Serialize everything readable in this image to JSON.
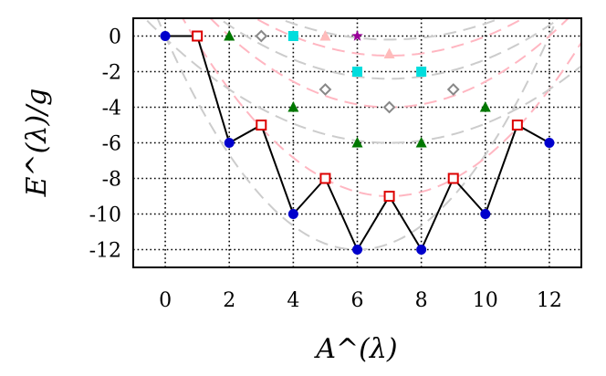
{
  "chart_data": {
    "type": "scatter",
    "title": "",
    "xlabel": "A^(λ)",
    "ylabel": "E^(λ)/g",
    "xlim": [
      -1,
      13
    ],
    "ylim": [
      -13,
      1
    ],
    "grid": true,
    "x_ticks": [
      0,
      2,
      4,
      6,
      8,
      10,
      12
    ],
    "y_ticks": [
      0,
      -2,
      -4,
      -6,
      -8,
      -10,
      -12
    ],
    "x_tick_labels": [
      "0",
      "2",
      "4",
      "6",
      "8",
      "10",
      "12"
    ],
    "y_tick_labels": [
      "0",
      "-2",
      "-4",
      "-6",
      "-8",
      "-10",
      "-12"
    ],
    "ground_line": {
      "color": "#000000",
      "points": [
        [
          0,
          0
        ],
        [
          1,
          0
        ],
        [
          2,
          -6
        ],
        [
          3,
          -5
        ],
        [
          4,
          -10
        ],
        [
          5,
          -8
        ],
        [
          6,
          -12
        ],
        [
          7,
          -9
        ],
        [
          8,
          -12
        ],
        [
          9,
          -8
        ],
        [
          10,
          -10
        ],
        [
          11,
          -5
        ],
        [
          12,
          -6
        ]
      ]
    },
    "series": [
      {
        "marker": "circle",
        "color": "#0000cc",
        "points": [
          [
            0,
            0
          ],
          [
            2,
            -6
          ],
          [
            4,
            -10
          ],
          [
            6,
            -12
          ],
          [
            8,
            -12
          ],
          [
            10,
            -10
          ],
          [
            12,
            -6
          ]
        ]
      },
      {
        "marker": "open-square",
        "color": "#dd0000",
        "points": [
          [
            1,
            0
          ],
          [
            3,
            -5
          ],
          [
            5,
            -8
          ],
          [
            7,
            -9
          ],
          [
            9,
            -8
          ],
          [
            11,
            -5
          ]
        ]
      },
      {
        "marker": "triangle",
        "color": "#007700",
        "points": [
          [
            2,
            0
          ],
          [
            4,
            -4
          ],
          [
            6,
            -6
          ],
          [
            8,
            -6
          ],
          [
            10,
            -4
          ]
        ]
      },
      {
        "marker": "open-diamond",
        "color": "#888888",
        "points": [
          [
            3,
            0
          ],
          [
            5,
            -3
          ],
          [
            7,
            -4
          ],
          [
            9,
            -3
          ]
        ]
      },
      {
        "marker": "square",
        "color": "#00dddd",
        "points": [
          [
            4,
            0
          ],
          [
            6,
            -2
          ],
          [
            8,
            -2
          ]
        ]
      },
      {
        "marker": "triangle",
        "color": "#ffbbbb",
        "points": [
          [
            5,
            0
          ],
          [
            7,
            -1
          ]
        ]
      },
      {
        "marker": "star",
        "color": "#990099",
        "points": [
          [
            6,
            0
          ]
        ]
      }
    ],
    "parabolas": [
      {
        "color": "#cccccc",
        "center": 6,
        "coef": 0.3333,
        "min": -12
      },
      {
        "color": "#ffb6c1",
        "center": 7,
        "coef": 0.24,
        "min": -9
      },
      {
        "color": "#cccccc",
        "center": 7,
        "coef": 0.12,
        "min": -6
      },
      {
        "color": "#ffb6c1",
        "center": 7,
        "coef": 0.16,
        "min": -4
      },
      {
        "color": "#cccccc",
        "center": 7,
        "coef": 0.12,
        "min": -2.4
      },
      {
        "color": "#ffb6c1",
        "center": 7,
        "coef": 0.12,
        "min": -1.1
      },
      {
        "color": "#cccccc",
        "center": 7,
        "coef": 0.1,
        "min": -0.2
      }
    ]
  }
}
